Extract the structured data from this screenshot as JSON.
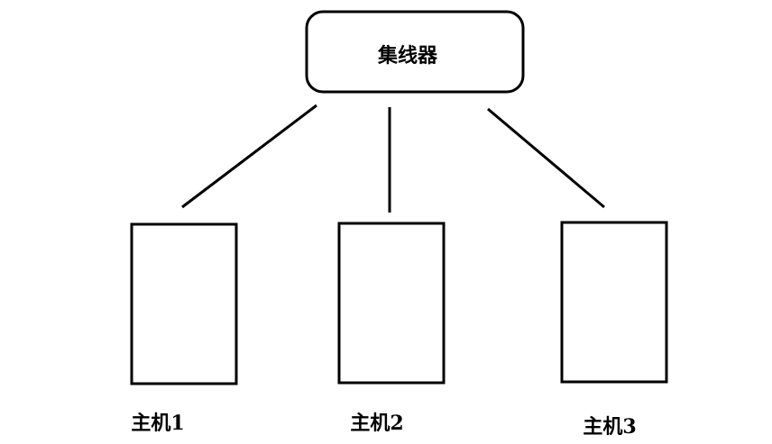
{
  "hub": {
    "label": "集线器"
  },
  "hosts": [
    {
      "label": "主机1"
    },
    {
      "label": "主机2"
    },
    {
      "label": "主机3"
    }
  ],
  "colors": {
    "stroke": "#000000",
    "background": "#ffffff"
  }
}
